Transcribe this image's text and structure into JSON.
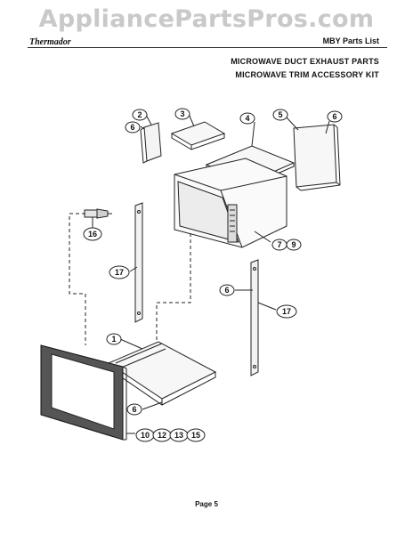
{
  "watermark": "AppliancePartsPros.com",
  "header": {
    "brand": "Thermador",
    "list_title": "MBY Parts List",
    "subtitle_1": "MICROWAVE DUCT EXHAUST PARTS",
    "subtitle_2": "MICROWAVE TRIM ACCESSORY KIT"
  },
  "callouts": {
    "c1": "1",
    "c2": "2",
    "c3": "3",
    "c4": "4",
    "c5": "5",
    "c6_top_left": "6",
    "c6_top_right": "6",
    "c6_right_strip": "6",
    "c6_bottom": "6",
    "c7": "7",
    "c9": "9",
    "c10": "10",
    "c12": "12",
    "c13": "13",
    "c15": "15",
    "c16": "16",
    "c17_left": "17",
    "c17_right": "17"
  },
  "footer": {
    "page": "Page 5"
  }
}
